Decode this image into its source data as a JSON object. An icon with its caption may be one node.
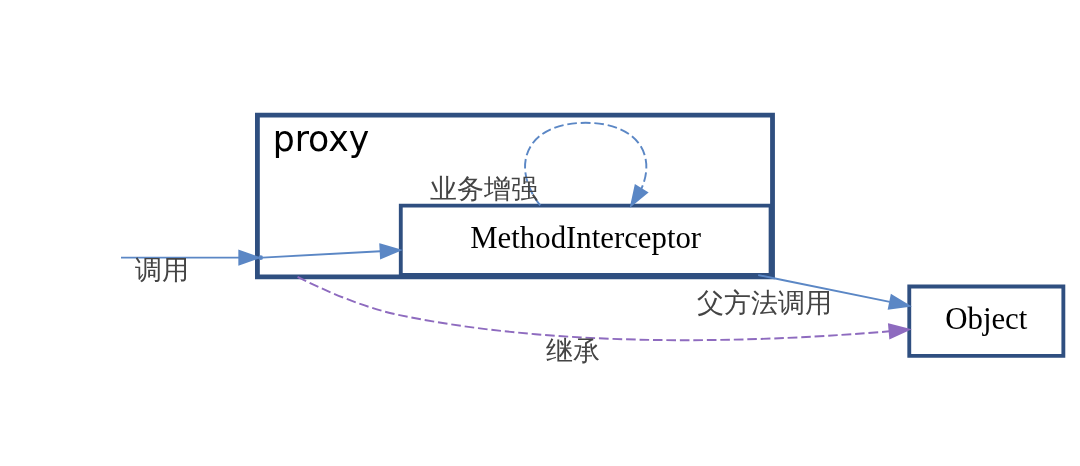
{
  "diagram": {
    "nodes": [
      {
        "text": [
          "proxy"
        ]
      },
      {
        "text": [
          "MethodInterceptor"
        ],
        "in": 0
      },
      {
        "text": [
          "Object"
        ]
      }
    ],
    "edges": [
      {
        "from": null,
        "to": 0,
        "arrow": "to",
        "label": "调用"
      },
      {
        "from": 0,
        "to": 1,
        "arrow": "to"
      },
      {
        "from": 1,
        "to": 1,
        "arrow": "to",
        "label": "业务增强",
        "style": "dashed"
      },
      {
        "from": 1,
        "to": 2,
        "arrow": "to",
        "label": "父方法调用"
      },
      {
        "from": 0,
        "to": 2,
        "arrow": "to",
        "label": "继承",
        "style": "dashed",
        "color": "#8e6bbf"
      }
    ]
  }
}
